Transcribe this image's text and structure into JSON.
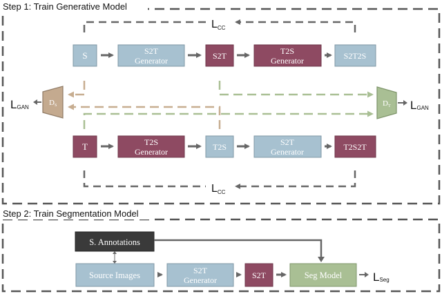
{
  "step1": {
    "title": "Step 1: Train Generative Model",
    "loss_cc_top": {
      "main": "L",
      "sub": "CC"
    },
    "loss_cc_bottom": {
      "main": "L",
      "sub": "CC"
    },
    "loss_gan_left": {
      "main": "L",
      "sub": "GAN"
    },
    "loss_gan_right": {
      "main": "L",
      "sub": "GAN"
    },
    "disc_source": {
      "main": "D",
      "sub": "S"
    },
    "disc_target": {
      "main": "D",
      "sub": "T"
    },
    "row1": {
      "input": "S",
      "gen1_line1": "S2T",
      "gen1_line2": "Generator",
      "mid": "S2T",
      "gen2_line1": "T2S",
      "gen2_line2": "Generator",
      "out": "S2T2S"
    },
    "row2": {
      "input": "T",
      "gen1_line1": "T2S",
      "gen1_line2": "Generator",
      "mid": "T2S",
      "gen2_line1": "S2T",
      "gen2_line2": "Generator",
      "out": "T2S2T"
    }
  },
  "step2": {
    "title": "Step 2: Train Segmentation Model",
    "annotations": "S. Annotations",
    "source_images": "Source Images",
    "gen_line1": "S2T",
    "gen_line2": "Generator",
    "s2t": "S2T",
    "seg_model": "Seg Model",
    "loss_seg": {
      "main": "L",
      "sub": "Seg"
    }
  },
  "colors": {
    "blue": "#a7c1d0",
    "maroon": "#8e4a62",
    "olive": "#a9bf94",
    "tan": "#c4aa8f",
    "dark": "#3a3a3a",
    "gray_line": "#666666",
    "green_dash": "#a9bf94",
    "tan_dash": "#c7ad90"
  }
}
